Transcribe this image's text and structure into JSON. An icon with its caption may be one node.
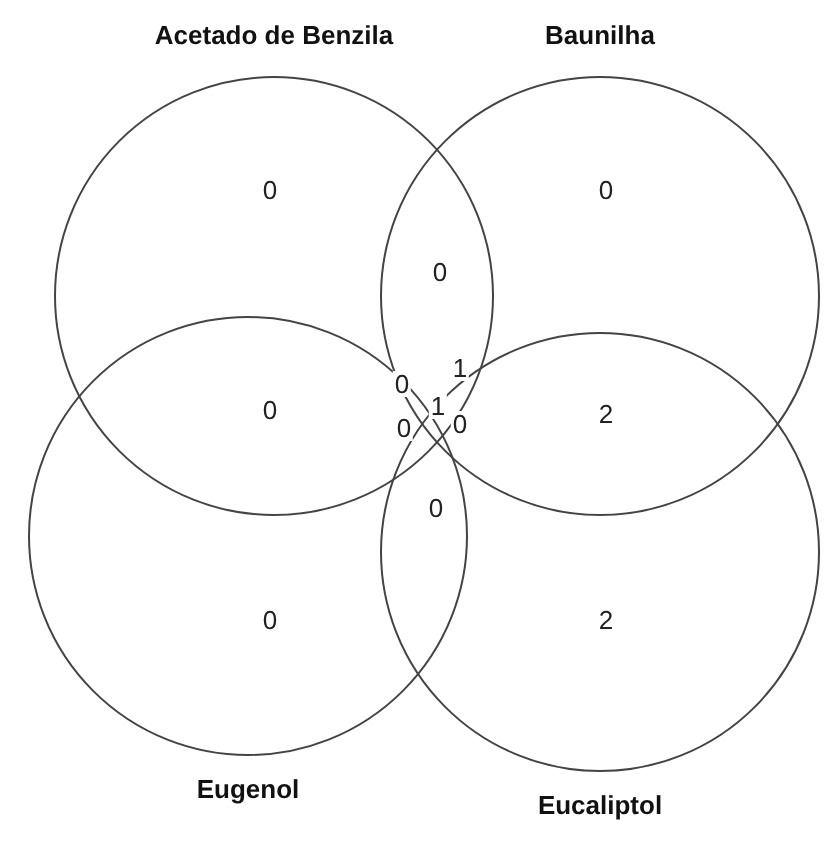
{
  "diagram": {
    "nodes": [
      {
        "text": [
          "Acetado de Benzila"
        ]
      },
      {
        "text": [
          "Baunilha"
        ]
      },
      {
        "text": [
          "Eugenol"
        ]
      },
      {
        "text": [
          "Eucaliptol"
        ]
      }
    ],
    "edges": [],
    "labels": [
      "0",
      "0",
      "0",
      "0",
      "1",
      "0",
      "1",
      "2",
      "0",
      "0",
      "0",
      "0",
      "2"
    ]
  }
}
